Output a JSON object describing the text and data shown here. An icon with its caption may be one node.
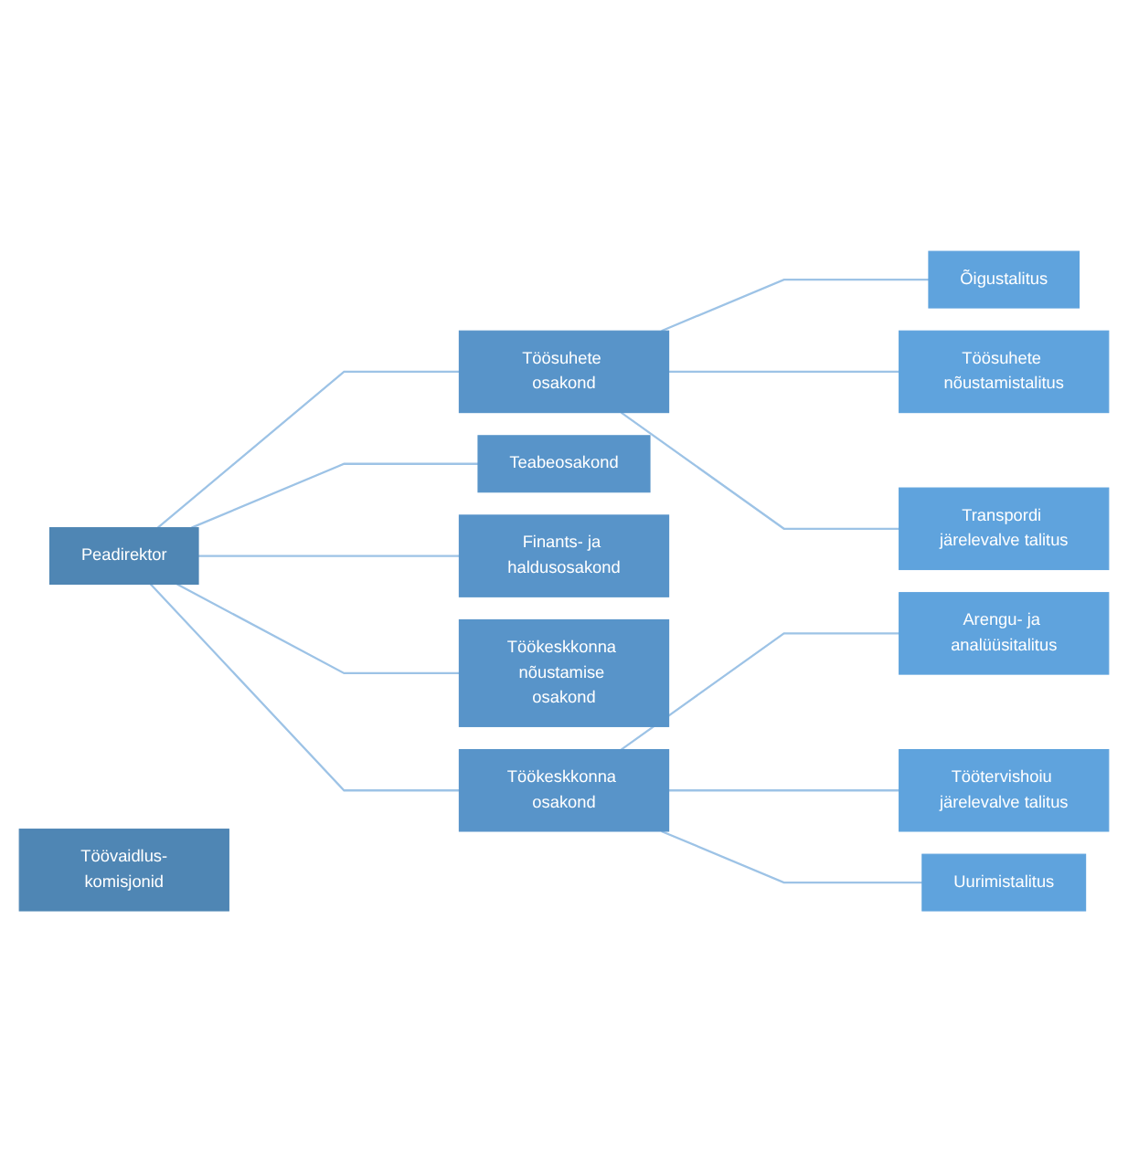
{
  "diagram": {
    "nodes": [
      {
        "text": [
          "Peadirektor"
        ]
      },
      {
        "text": [
          "Töösuhete osakond"
        ]
      },
      {
        "text": [
          "Õigustalitus"
        ]
      },
      {
        "text": [
          "Töösuhete nõustamistalitus"
        ]
      },
      {
        "text": [
          "Transpordi järelevalve talitus"
        ]
      },
      {
        "text": [
          "Teabeosakond"
        ]
      },
      {
        "text": [
          "Finants- ja haldusosakond"
        ]
      },
      {
        "text": [
          "Töökeskkonna nõustamise osakond"
        ]
      },
      {
        "text": [
          "Töökeskkonna osakond"
        ]
      },
      {
        "text": [
          "Arengu- ja analüüsitalitus"
        ]
      },
      {
        "text": [
          "Töötervishoiu järelevalve talitus"
        ]
      },
      {
        "text": [
          "Uurimistalitus"
        ]
      },
      {
        "text": [
          "Töövaidlus-komisjonid"
        ]
      }
    ],
    "edges": [
      {
        "from": 0,
        "to": 1,
        "arrow": "none"
      },
      {
        "from": 0,
        "to": 5,
        "arrow": "none"
      },
      {
        "from": 0,
        "to": 6,
        "arrow": "none"
      },
      {
        "from": 0,
        "to": 7,
        "arrow": "none"
      },
      {
        "from": 0,
        "to": 8,
        "arrow": "none"
      },
      {
        "from": 1,
        "to": 2,
        "arrow": "none"
      },
      {
        "from": 1,
        "to": 3,
        "arrow": "none"
      },
      {
        "from": 1,
        "to": 4,
        "arrow": "none"
      },
      {
        "from": 8,
        "to": 9,
        "arrow": "none"
      },
      {
        "from": 8,
        "to": 10,
        "arrow": "none"
      },
      {
        "from": 8,
        "to": 11,
        "arrow": "none"
      }
    ]
  }
}
